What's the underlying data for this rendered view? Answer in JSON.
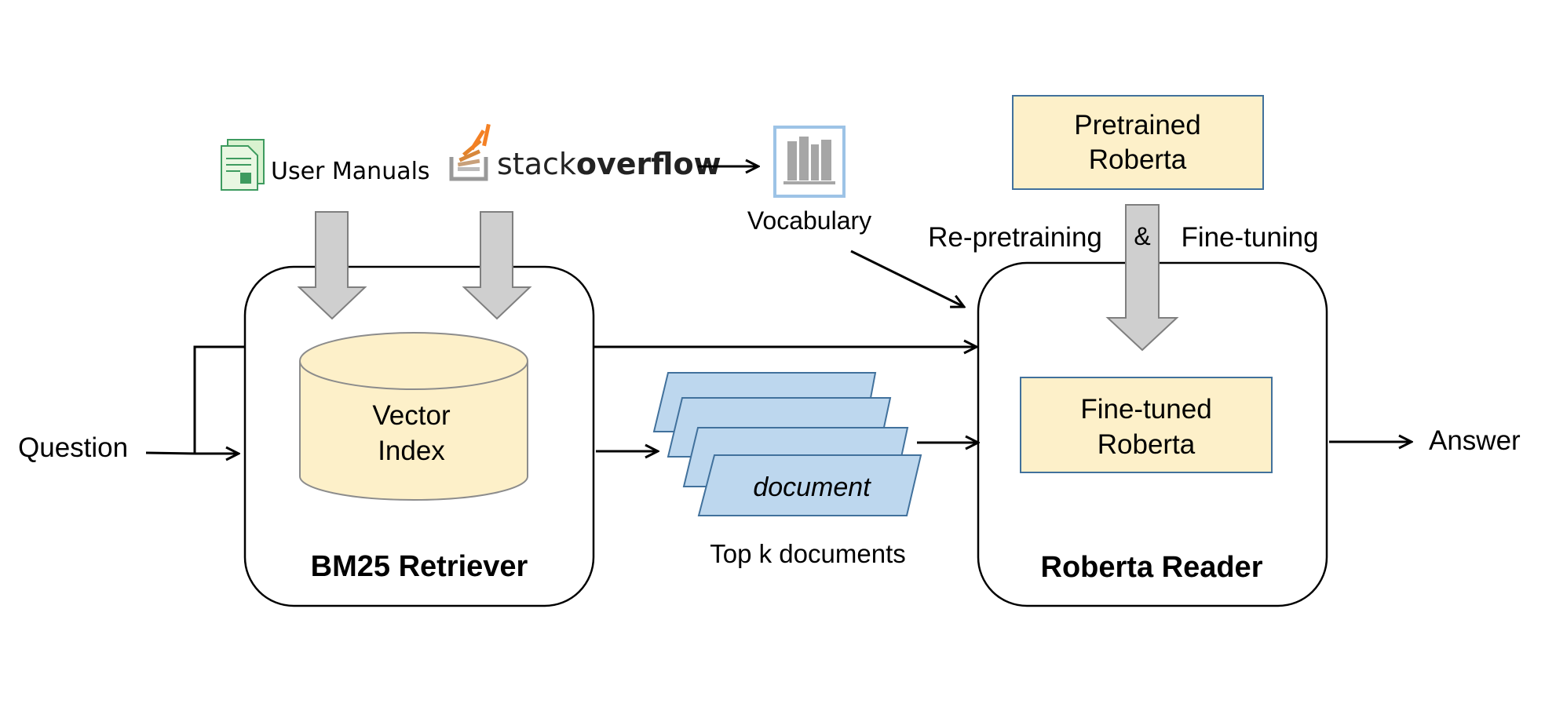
{
  "inputs": {
    "question": "Question",
    "user_manuals": "User Manuals",
    "stackoverflow_light": "stack",
    "stackoverflow_bold": "overflow",
    "vocabulary": "Vocabulary"
  },
  "retriever": {
    "title": "BM25 Retriever",
    "index_line1": "Vector",
    "index_line2": "Index"
  },
  "documents": {
    "doc_label": "document",
    "caption": "Top k documents"
  },
  "reader": {
    "title": "Roberta Reader",
    "pretrained_line1": "Pretrained",
    "pretrained_line2": "Roberta",
    "finetuned_line1": "Fine-tuned",
    "finetuned_line2": "Roberta",
    "training_left": "Re-pretraining",
    "training_amp": "&",
    "training_right": "Fine-tuning"
  },
  "output": {
    "answer": "Answer"
  },
  "colors": {
    "cylinder_fill": "#fdf0c9",
    "box_fill": "#fdf0c9",
    "box_border": "#41719c",
    "doc_fill": "#bdd7ee",
    "doc_border": "#41719c",
    "block_arrow_fill": "#cfcfcf",
    "block_arrow_border": "#7f7f7f",
    "so_orange": "#f48024"
  },
  "icons": [
    "document-icon",
    "stackoverflow-logo-icon",
    "vocabulary-books-icon"
  ]
}
